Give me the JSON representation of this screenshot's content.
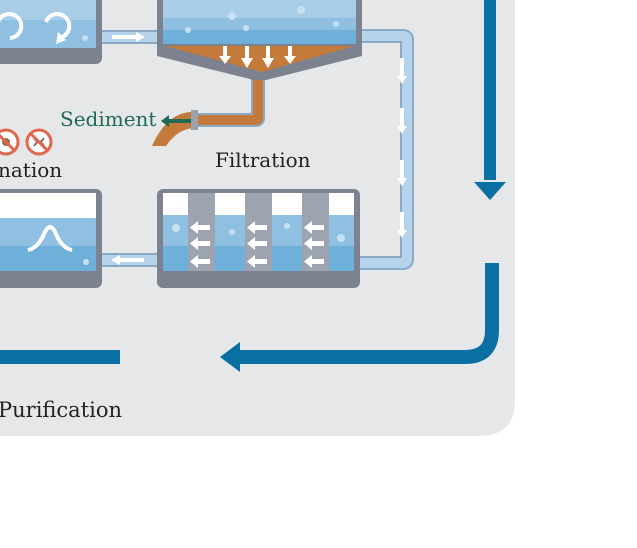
{
  "labels": {
    "sediment": "Sediment",
    "filtration": "Filtration",
    "coagulation_partial": "nation",
    "purification_partial": "Purification"
  },
  "colors": {
    "panel": "#e6e7e9",
    "tank_frame": "#7d8290",
    "water_top": "#a8cde6",
    "water_mid": "#8fc0e2",
    "water_bottom": "#6fb0db",
    "pipe_fill": "#b5d3ea",
    "pipe_stroke": "#8aa9c6",
    "sediment": "#c47a3a",
    "flow_arrow": "#0a6fa3",
    "sediment_text": "#1f6b55",
    "prohibit_red": "#e0684e",
    "filter_gray": "#9ea3b0"
  },
  "icons": [
    "recycle-icon",
    "no-bacteria-icon",
    "no-virus-icon",
    "wave-icon",
    "arrow-icon"
  ]
}
